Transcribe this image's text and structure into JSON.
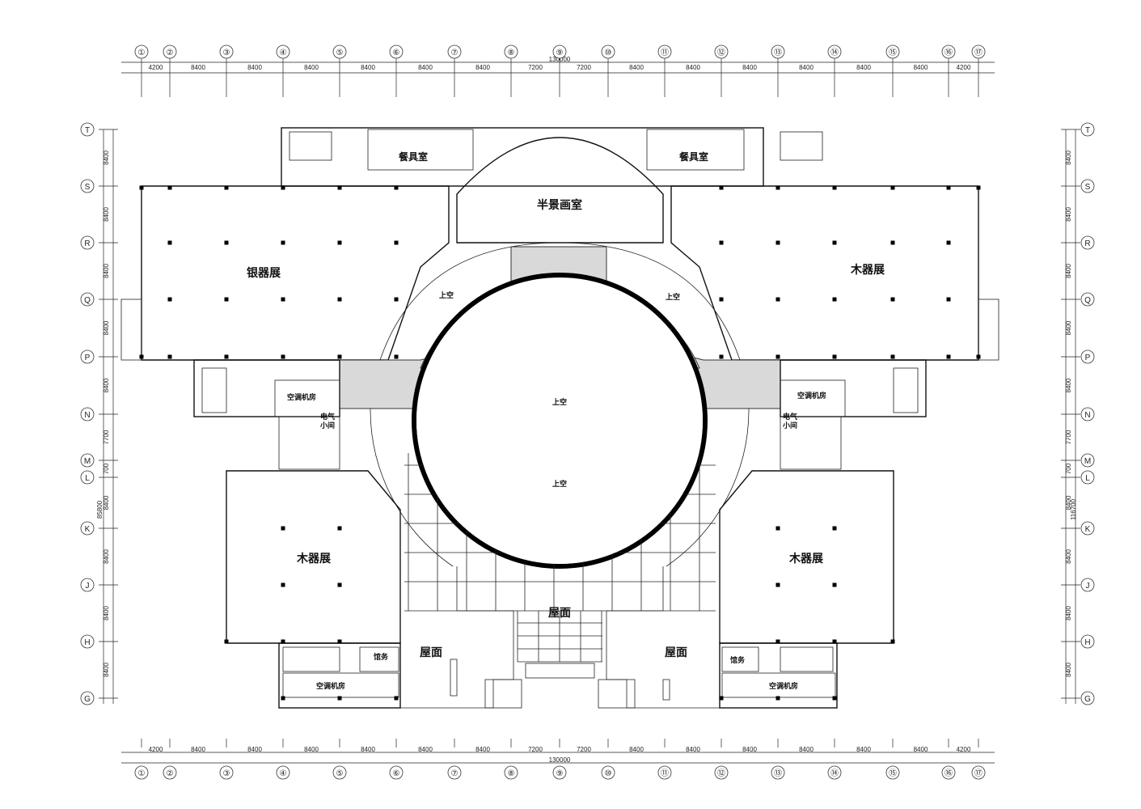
{
  "grid": {
    "cols": [
      "①",
      "②",
      "③",
      "④",
      "⑤",
      "⑥",
      "⑦",
      "⑧",
      "⑨",
      "⑩",
      "⑪",
      "⑫",
      "⑬",
      "⑭",
      "⑮",
      "⑯",
      "⑰"
    ],
    "rows": [
      "T",
      "S",
      "R",
      "Q",
      "P",
      "N",
      "M",
      "L",
      "K",
      "J",
      "H",
      "G"
    ],
    "col_spacings": [
      "4200",
      "8400",
      "8400",
      "8400",
      "8400",
      "8400",
      "8400",
      "7200",
      "7200",
      "8400",
      "8400",
      "8400",
      "8400",
      "8400",
      "8400",
      "4200"
    ],
    "row_spacings": [
      "8400",
      "8400",
      "8400",
      "8400",
      "8400",
      "7700",
      "700",
      "8400",
      "8400",
      "8400",
      "8400"
    ],
    "total_width": "130000",
    "left_total": "85800",
    "right_total": "116700"
  },
  "rooms": {
    "tableware_left": "餐具室",
    "tableware_right": "餐具室",
    "panorama": "半景画室",
    "silver": "银器展",
    "wood_ne": "木器展",
    "void_left": "上空",
    "void_right": "上空",
    "void_center": "上空",
    "void_ring": "上空",
    "ac_left": "空调机房",
    "ac_right": "空调机房",
    "elec_left_1": "电气",
    "elec_left_2": "小间",
    "elec_right_1": "电气",
    "elec_right_2": "小间",
    "wood_sw": "木器展",
    "wood_se": "木器展",
    "roof_center": "屋面",
    "roof_left": "屋面",
    "roof_right": "屋面",
    "staff_left": "馆务",
    "staff_right": "馆务",
    "ac_bottom_left": "空调机房",
    "ac_bottom_right": "空调机房"
  }
}
